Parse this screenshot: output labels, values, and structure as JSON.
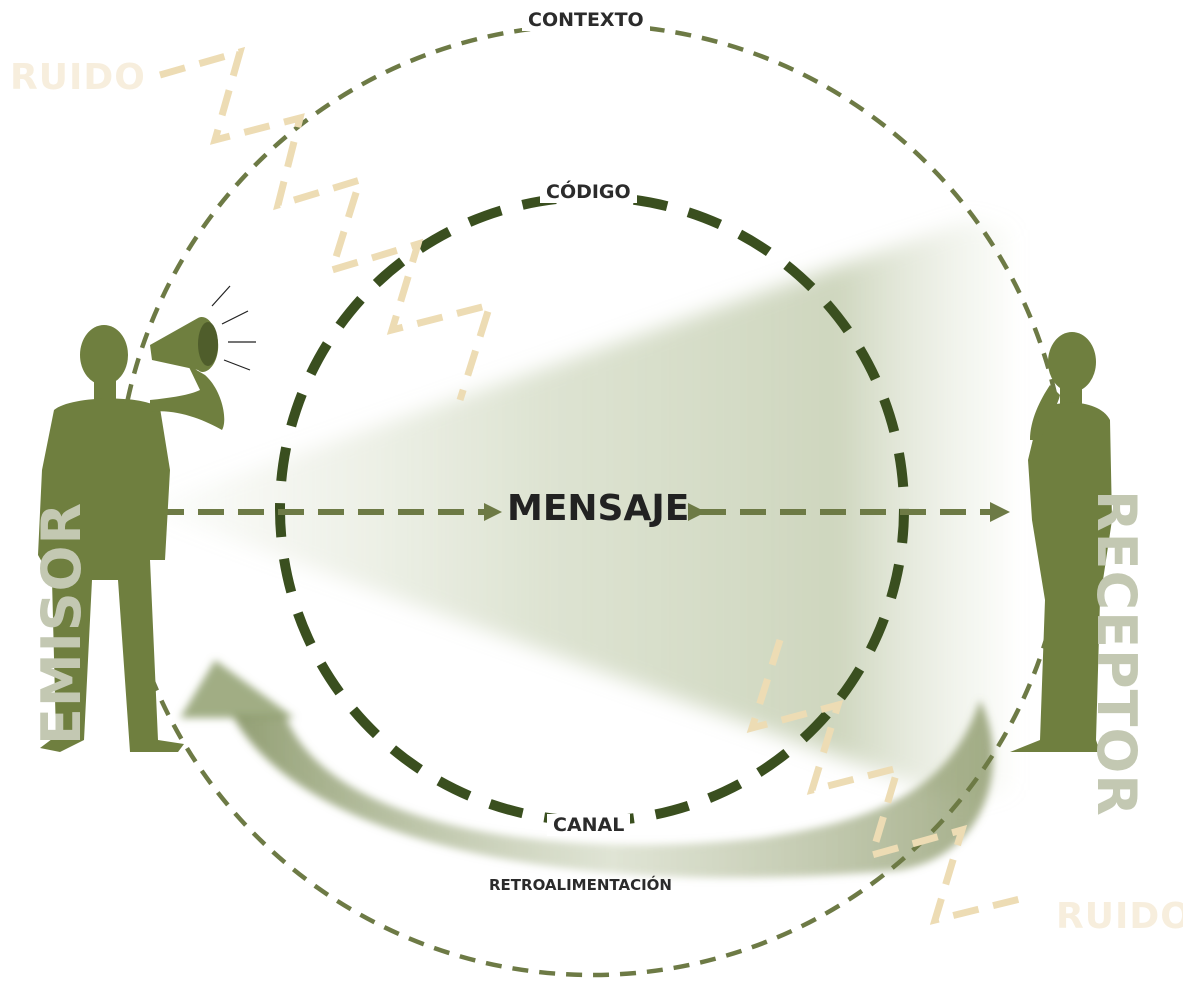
{
  "labels": {
    "contexto": "CONTEXTO",
    "codigo": "CÓDIGO",
    "mensaje": "MENSAJE",
    "canal": "CANAL",
    "retroalimentacion": "RETROALIMENTACIÓN",
    "ruido_top": "RUIDO",
    "ruido_bottom": "RUIDO",
    "emisor": "EMISOR",
    "receptor": "RECEPTOR"
  },
  "colors": {
    "figure_green": "#6f7f3f",
    "dark_green": "#3a4f1f",
    "context_green": "#6d7a45",
    "noise_beige": "#eddcb4",
    "label_gray": "#c3c8b2"
  },
  "icons": {
    "emisor_figure": "person-with-megaphone-icon",
    "receptor_figure": "person-listening-icon",
    "megaphone": "megaphone-icon"
  }
}
